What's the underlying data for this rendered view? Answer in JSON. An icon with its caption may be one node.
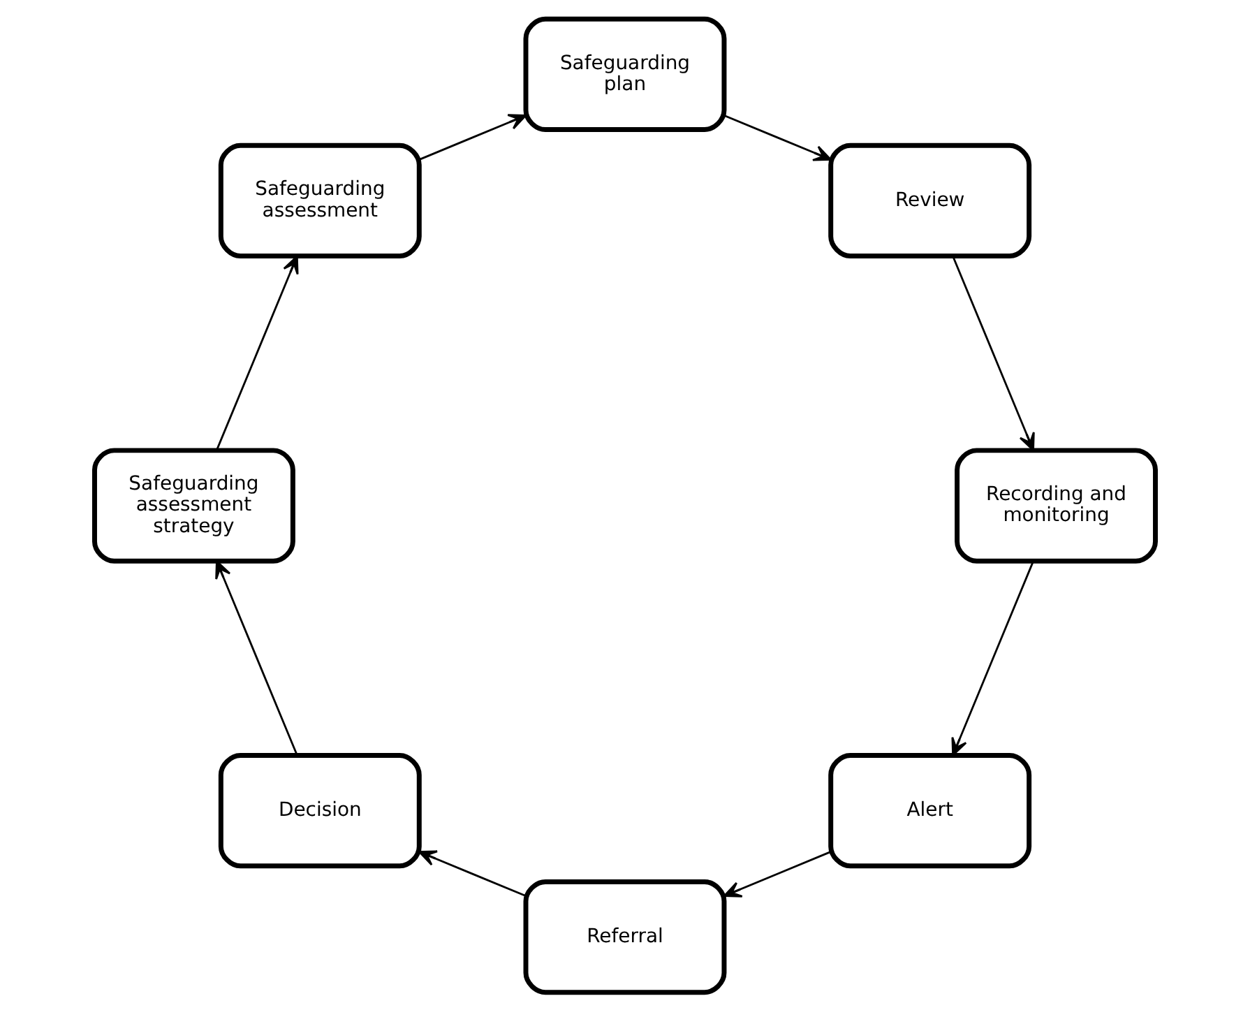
{
  "diagram": {
    "nodes": [
      {
        "text": [
          "Alert"
        ]
      },
      {
        "text": [
          "Referral"
        ]
      },
      {
        "text": [
          "Decision"
        ]
      },
      {
        "text": [
          "Safeguarding assessment strategy"
        ]
      },
      {
        "text": [
          "Safeguarding assessment"
        ]
      },
      {
        "text": [
          "Safeguarding plan"
        ]
      },
      {
        "text": [
          "Review"
        ]
      },
      {
        "text": [
          "Recording and monitoring"
        ]
      }
    ],
    "edges": [
      {
        "from": 0,
        "to": 1,
        "arrow": "to"
      },
      {
        "from": 1,
        "to": 2,
        "arrow": "to"
      },
      {
        "from": 2,
        "to": 3,
        "arrow": "to"
      },
      {
        "from": 3,
        "to": 4,
        "arrow": "to"
      },
      {
        "from": 4,
        "to": 5,
        "arrow": "to"
      },
      {
        "from": 5,
        "to": 6,
        "arrow": "to"
      },
      {
        "from": 6,
        "to": 7,
        "arrow": "to"
      },
      {
        "from": 7,
        "to": 0,
        "arrow": "to"
      }
    ]
  }
}
